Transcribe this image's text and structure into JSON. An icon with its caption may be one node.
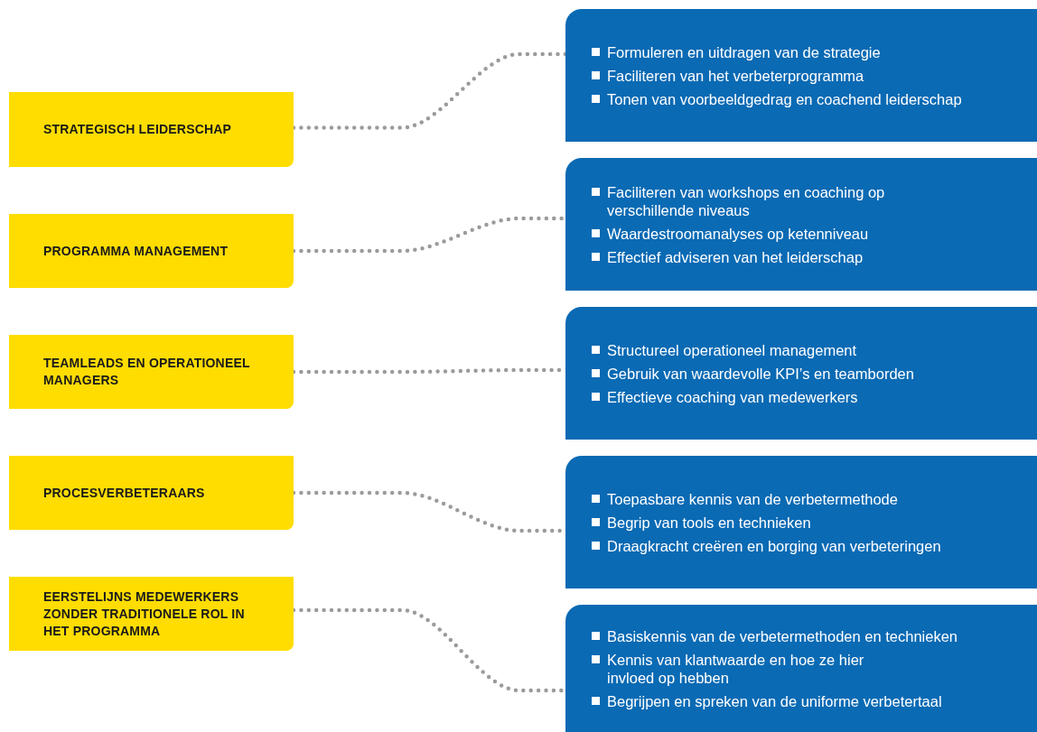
{
  "diagram": {
    "nodes": [
      {
        "text": [
          "STRATEGISCH LEIDERSCHAP"
        ]
      },
      {
        "text": [
          "PROGRAMMA MANAGEMENT"
        ]
      },
      {
        "text": [
          "TEAMLEADS EN OPERATIONEEL MANAGERS"
        ]
      },
      {
        "text": [
          "PROCESVERBETERAARS"
        ]
      },
      {
        "text": [
          "EERSTELIJNS MEDEWERKERS ZONDER TRADITIONELE ROL IN HET PROGRAMMA"
        ]
      },
      {
        "text": [
          "Formuleren en uitdragen van de strategie",
          "Faciliteren van het verbeterprogramma",
          "Tonen van voorbeeldgedrag en coachend leiderschap"
        ]
      },
      {
        "text": [
          "Faciliteren van workshops en coaching op verschillende niveaus",
          "Waardestroomanalyses op ketenniveau",
          "Effectief adviseren van het leiderschap"
        ]
      },
      {
        "text": [
          "Structureel operationeel management",
          "Gebruik van waardevolle KPI’s en teamborden",
          "Effectieve coaching van medewerkers"
        ]
      },
      {
        "text": [
          "Toepasbare kennis van de verbetermethode",
          "Begrip van tools en technieken",
          "Draagkracht creëren en borging van verbeteringen"
        ]
      },
      {
        "text": [
          "Basiskennis van de verbetermethoden en technieken",
          "Kennis van klantwaarde en hoe ze hier invloed op hebben",
          "Begrijpen en spreken van de uniforme verbetertaal"
        ]
      }
    ],
    "edges": [
      {
        "from": 0,
        "to": 5,
        "arrow": "none"
      },
      {
        "from": 1,
        "to": 6,
        "arrow": "none"
      },
      {
        "from": 2,
        "to": 7,
        "arrow": "none"
      },
      {
        "from": 3,
        "to": 8,
        "arrow": "none"
      },
      {
        "from": 4,
        "to": 9,
        "arrow": "none"
      }
    ]
  }
}
